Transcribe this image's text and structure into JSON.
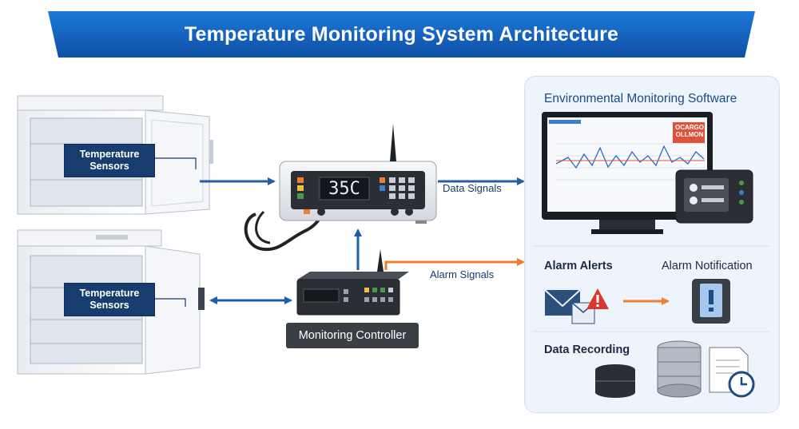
{
  "title": "Temperature Monitoring System Architecture",
  "sensors": [
    {
      "label_line1": "Temperature",
      "label_line2": "Sensors"
    },
    {
      "label_line1": "Temperature",
      "label_line2": "Sensors"
    }
  ],
  "display_reading": "35C",
  "controller_label": "Monitoring Controller",
  "flows": {
    "data_signals": "Data Signals",
    "alarm_signals": "Alarm Signals"
  },
  "software": {
    "title": "Environmental Monitoring Software",
    "screen_tag_line1": "OCARGO",
    "screen_tag_line2": "OLLMON"
  },
  "alarm": {
    "alerts_label": "Alarm Alerts",
    "notification_label": "Alarm Notification"
  },
  "recording": {
    "label": "Data Recording"
  },
  "colors": {
    "banner": "#1565c0",
    "data_arrow": "#1f5fa8",
    "alarm_arrow": "#ef7d32",
    "sensor_box": "#173d6e",
    "panel_bg": "#eef4fb"
  },
  "icons": [
    "antenna-icon",
    "envelope-icon",
    "warning-icon",
    "phone-alert-icon",
    "database-icon",
    "document-clock-icon"
  ]
}
